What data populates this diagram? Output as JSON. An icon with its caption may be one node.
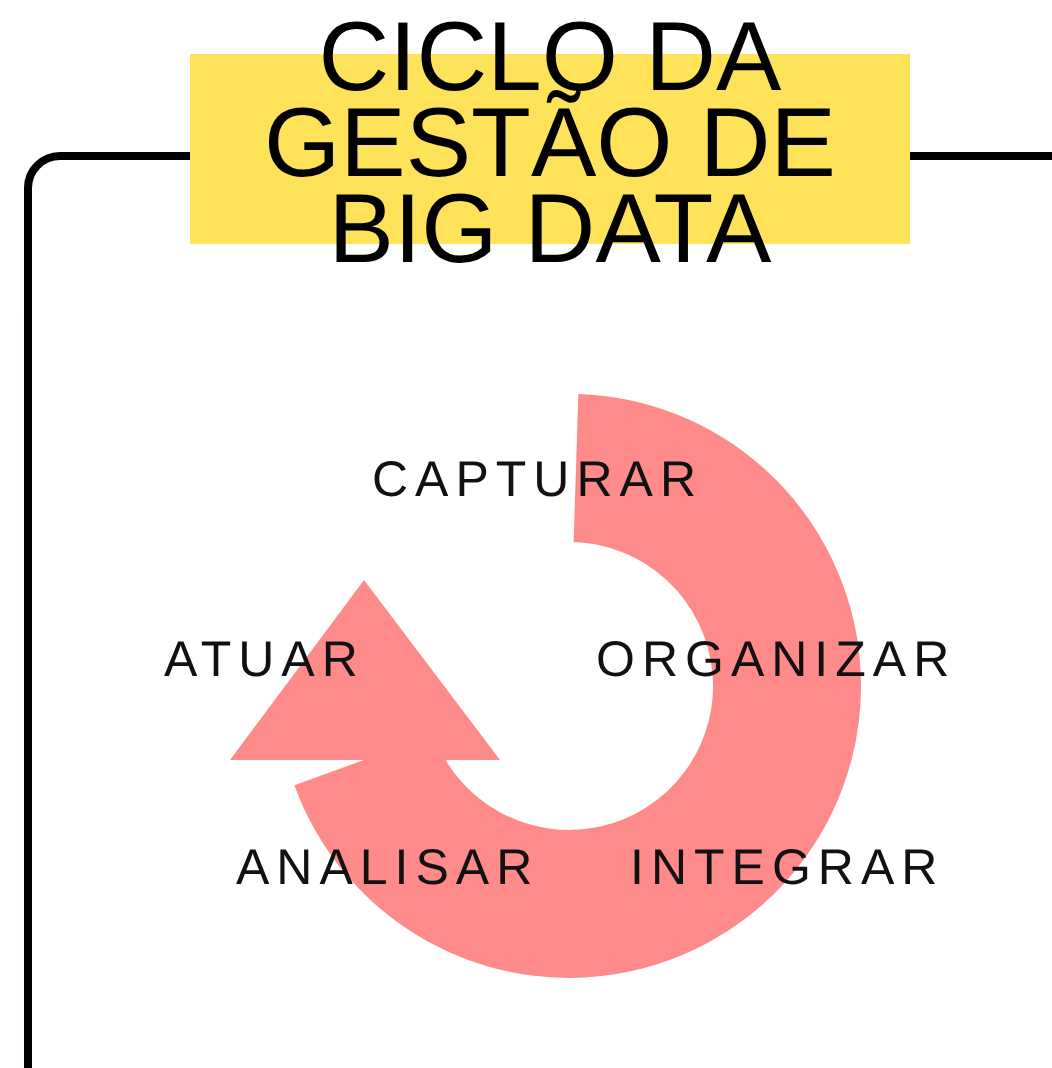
{
  "diagram": {
    "title": "CICLO DA GESTÃO DE BIG DATA",
    "labels": [
      "CAPTURAR",
      "ATUAR",
      "ORGANIZAR",
      "ANALISAR",
      "INTEGRAR"
    ]
  }
}
